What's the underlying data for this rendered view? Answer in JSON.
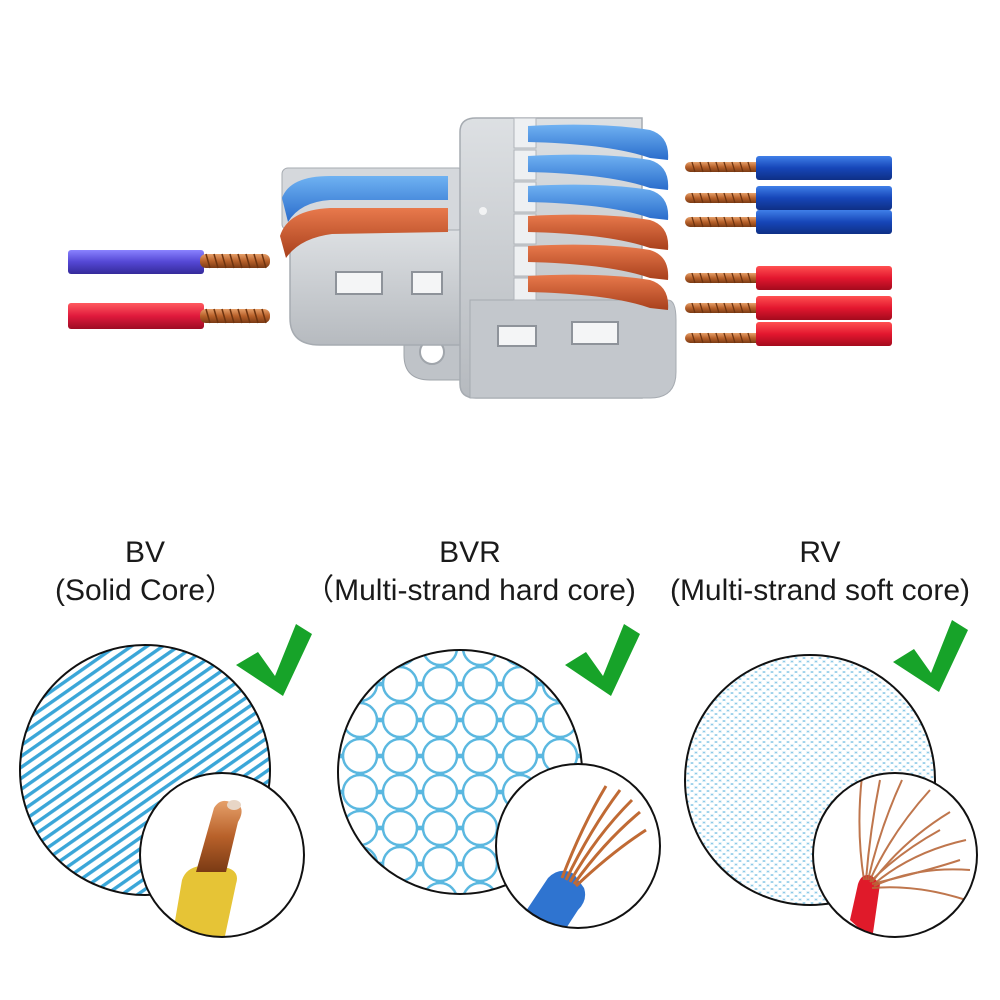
{
  "wire_types": [
    {
      "code": "BV",
      "description": "(Solid Core）"
    },
    {
      "code": "BVR",
      "description": "（Multi-strand hard core)"
    },
    {
      "code": "RV",
      "description": "(Multi-strand soft core)"
    }
  ],
  "colors": {
    "housing": "#c9ccd0",
    "lever_blue": "#3a86d6",
    "lever_red": "#c8522c",
    "wire_blue": "#1e4fc4",
    "wire_red": "#e3172f",
    "wire_purple": "#5a4fd6",
    "copper": "#c46a32",
    "check_green": "#17a329",
    "pattern_blue": "#3aa6d8"
  },
  "icons": [
    "check-mark-icon"
  ]
}
